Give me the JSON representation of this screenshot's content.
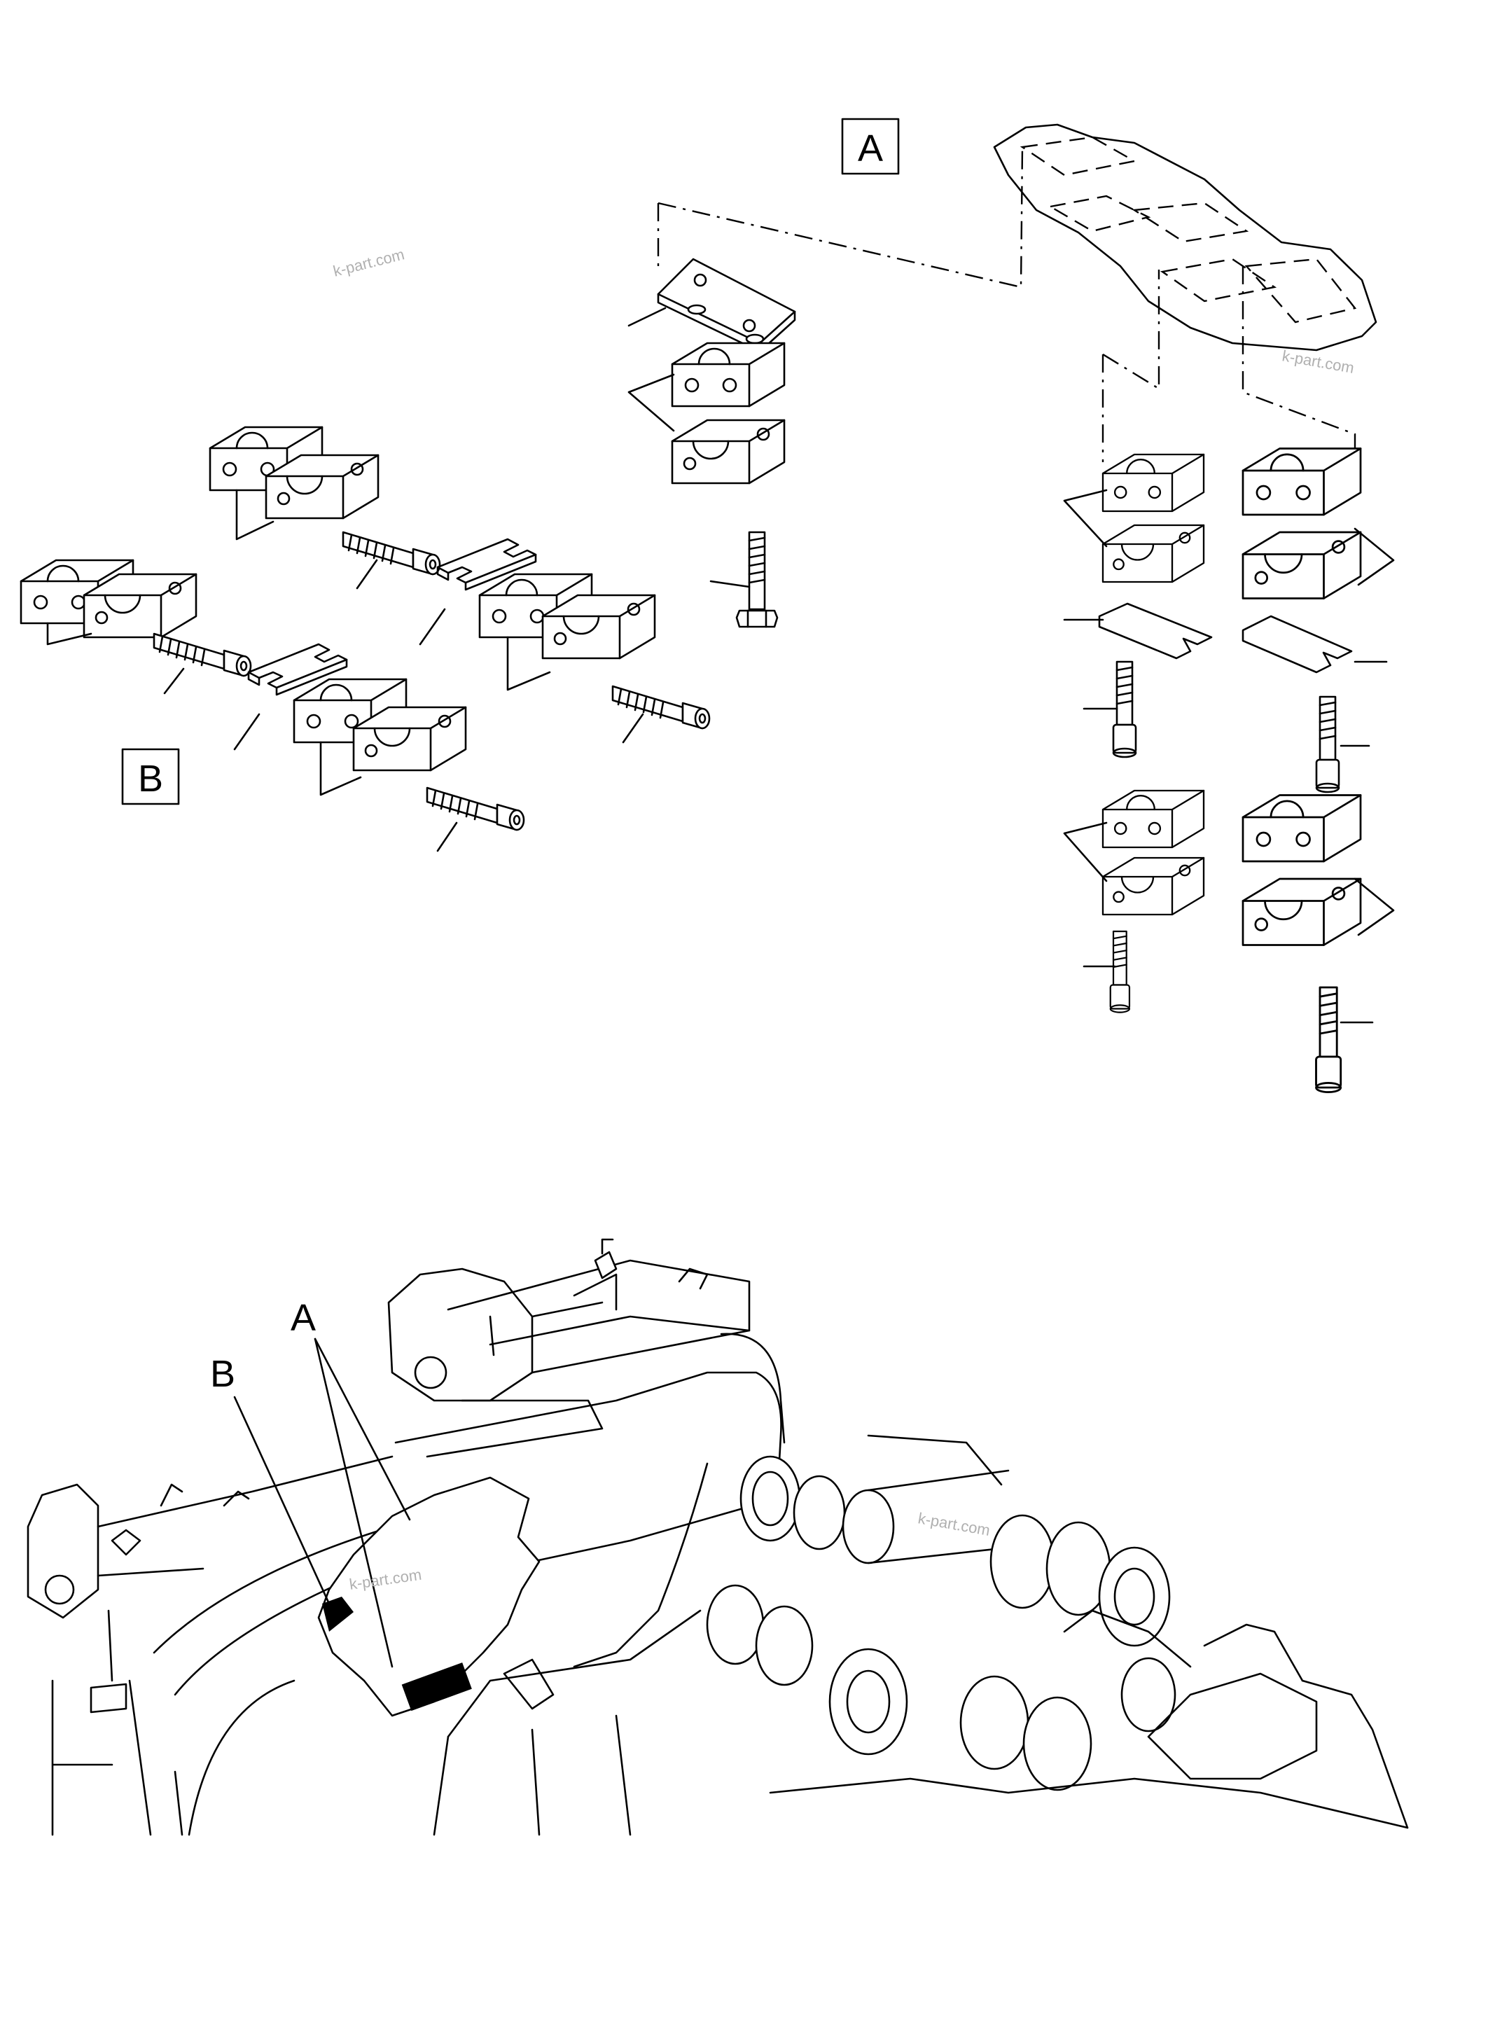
{
  "callouts": {
    "view_a_box": "A",
    "view_b_box": "B",
    "pointer_a": "A",
    "pointer_b": "B"
  },
  "watermarks": [
    "k-part.com",
    "k-part.com",
    "k-part.com",
    "k-part.com"
  ],
  "colors": {
    "line": "#000000",
    "background": "#ffffff",
    "watermark": "#b0b0b0"
  }
}
